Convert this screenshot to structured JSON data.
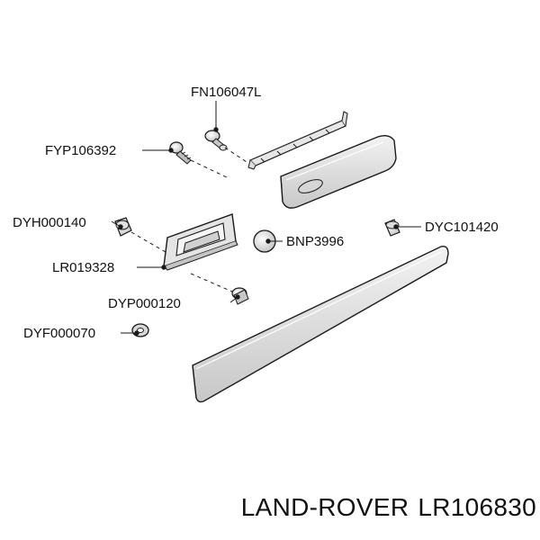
{
  "diagram": {
    "labels": {
      "fn106047l": "FN106047L",
      "fyp106392": "FYP106392",
      "dyh000140": "DYH000140",
      "lr019328": "LR019328",
      "bnp3996": "BNP3996",
      "dyc101420": "DYC101420",
      "dyp000120": "DYP000120",
      "dyf000070": "DYF000070"
    },
    "colors": {
      "line": "#1a1a1a",
      "part_fill": "#ececec",
      "part_shade": "#c9c9c9",
      "background": "#ffffff"
    }
  },
  "footer": {
    "brand": "LAND-ROVER",
    "part_number": "LR106830"
  }
}
